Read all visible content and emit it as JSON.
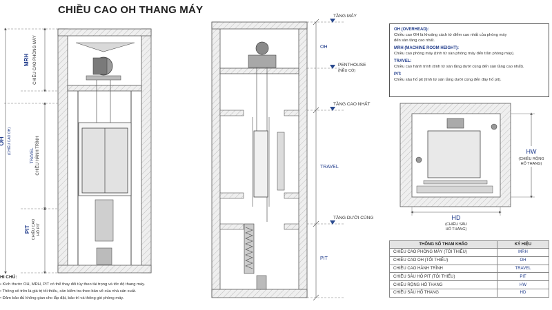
{
  "title": "CHIỀU CAO OH THANG MÁY",
  "left_view": {
    "mrh_symbol": "MRH",
    "mrh_label": "CHIỀU CAO PHÒNG MÁY",
    "oh_symbol": "OH",
    "oh_label": "(CHIỀU CAO OH)",
    "travel_symbol": "TRAVEL",
    "travel_label": "CHIỀU HÀNH TRÌNH",
    "pit_symbol": "PIT",
    "pit_label_1": "CHIỀU CAO",
    "pit_label_2": "HỐ PIT"
  },
  "section_view": {
    "level_machine_room": "TẦNG MÁY",
    "oh_symbol": "OH",
    "penthouse": "PENTHOUSE",
    "penthouse_note": "(NẾU CÓ)",
    "level_top": "TẦNG CAO NHẤT",
    "travel_symbol": "TRAVEL",
    "level_bottom": "TẦNG DƯỚI CÙNG",
    "pit_symbol": "PIT"
  },
  "legend": [
    {
      "term": "OH (OVERHEAD):",
      "desc": [
        "Chiều cao OH là khoảng cách từ điểm cao nhất của phòng máy",
        "đến sàn tầng cao nhất."
      ]
    },
    {
      "term": "MRH (MACHINE ROOM HEIGHT):",
      "desc": [
        "Chiều cao phòng máy (tính từ sàn phòng máy đến trần phòng máy)."
      ]
    },
    {
      "term": "TRAVEL:",
      "desc": [
        "Chiều cao hành trình (tính từ sàn tầng dưới cùng đến sàn tầng cao nhất)."
      ]
    },
    {
      "term": "PIT:",
      "desc": [
        "Chiều sâu hố pit (tính từ sàn tầng dưới cùng đến đáy hố pit)."
      ]
    }
  ],
  "plan_view": {
    "hw_symbol": "HW",
    "hw_label_1": "(CHIỀU RỘNG",
    "hw_label_2": "HỐ THANG)",
    "hd_symbol": "HD",
    "hd_label_1": "(CHIỀU SÂU",
    "hd_label_2": "HỐ THANG)"
  },
  "table": {
    "headers": [
      "THÔNG SỐ THAM KHẢO",
      "KÝ HIỆU"
    ],
    "rows": [
      [
        "CHIỀU CAO PHÒNG MÁY (TỐI THIỂU)",
        "MRH"
      ],
      [
        "CHIỀU CAO OH (TỐI THIỂU)",
        "OH"
      ],
      [
        "CHIỀU CAO HÀNH TRÌNH",
        "TRAVEL"
      ],
      [
        "CHIỀU SÂU HỐ PIT (TỐI THIỂU)",
        "PIT"
      ],
      [
        "CHIỀU RỘNG HỐ THANG",
        "HW"
      ],
      [
        "CHIỀU SÂU HỐ THANG",
        "HD"
      ]
    ]
  },
  "notes": {
    "title": "HI CHÚ:",
    "items": [
      "• Kích thước OH, MRH, PIT có thể thay đổi tùy theo tải trọng và tốc độ thang máy.",
      "• Thông số trên là giá trị tối thiểu, cần kiểm tra theo bản vẽ của nhà sản xuất.",
      "• Đảm bảo đủ không gian cho lắp đặt, bảo trì và thông gió phòng máy."
    ]
  },
  "colors": {
    "accent": "#1e3a8a",
    "line": "#444444",
    "wall_fill": "#ededed"
  }
}
